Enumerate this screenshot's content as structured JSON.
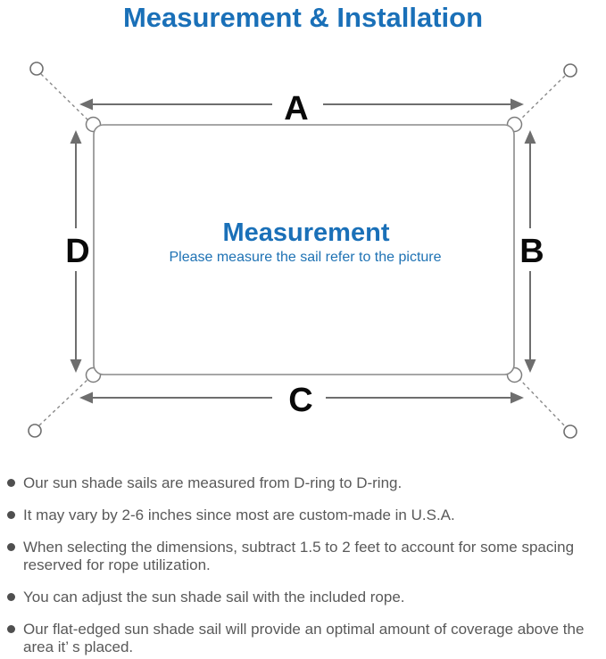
{
  "header": {
    "title": "Measurement & Installation"
  },
  "diagram": {
    "center_title": "Measurement",
    "center_subtitle": "Please measure the sail refer to the picture",
    "dimension_labels": {
      "top": "A",
      "right": "B",
      "bottom": "C",
      "left": "D"
    }
  },
  "notes": {
    "items": [
      "Our sun shade sails are measured from D-ring to D-ring.",
      "It may vary by 2-6 inches since most are custom-made in U.S.A.",
      "When selecting the dimensions, subtract 1.5 to 2 feet to account for some spacing reserved for rope utilization.",
      "You can adjust the sun shade sail with the included rope.",
      "Our flat-edged sun shade sail will provide an optimal amount of coverage above the area it’ s placed."
    ]
  },
  "colors": {
    "heading_blue": "#1a70b8",
    "diagram_line_gray": "#8a8a8a",
    "arrow_gray": "#6e6e6e",
    "dimension_label_black": "#0a0a0a",
    "note_text_gray": "#595959"
  }
}
